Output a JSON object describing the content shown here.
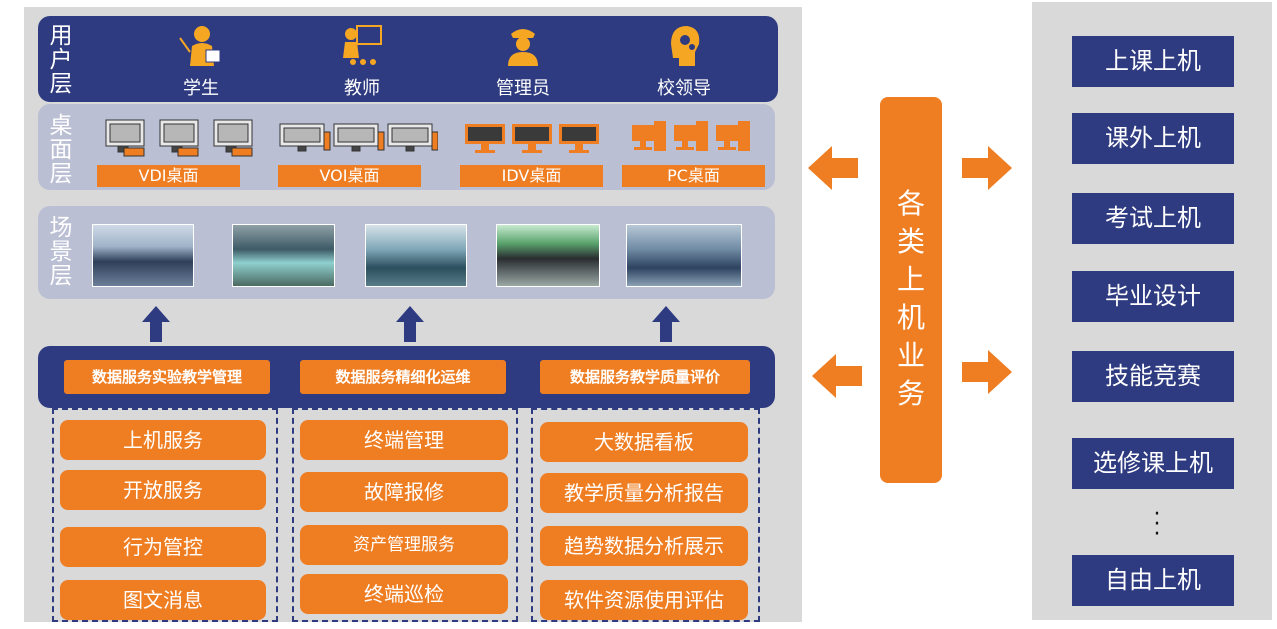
{
  "user_layer": {
    "title": "用户层",
    "users": [
      {
        "label": "学生",
        "icon": "student-icon"
      },
      {
        "label": "教师",
        "icon": "teacher-icon"
      },
      {
        "label": "管理员",
        "icon": "admin-icon"
      },
      {
        "label": "校领导",
        "icon": "leader-icon"
      }
    ]
  },
  "desktop_layer": {
    "title": "桌面层",
    "items": [
      "VDI桌面",
      "VOI桌面",
      "IDV桌面",
      "PC桌面"
    ]
  },
  "scene_layer": {
    "title": "场景层"
  },
  "data_services": {
    "headers": [
      "数据服务实验教学管理",
      "数据服务精细化运维",
      "数据服务教学质量评价"
    ],
    "col1": [
      "上机服务",
      "开放服务",
      "行为管控",
      "图文消息"
    ],
    "col2": [
      "终端管理",
      "故障报修",
      "资产管理服务",
      "终端巡检"
    ],
    "col3": [
      "大数据看板",
      "教学质量分析报告",
      "趋势数据分析展示",
      "软件资源使用评估"
    ]
  },
  "business": {
    "label": "各类上机业务"
  },
  "scenarios": [
    "上课上机",
    "课外上机",
    "考试上机",
    "毕业设计",
    "技能竞赛",
    "选修课上机",
    "自由上机"
  ],
  "colors": {
    "navy": "#2e3b80",
    "orange": "#ef7d22",
    "lavender": "#bbbfd4",
    "gray": "#d9d9d9"
  }
}
